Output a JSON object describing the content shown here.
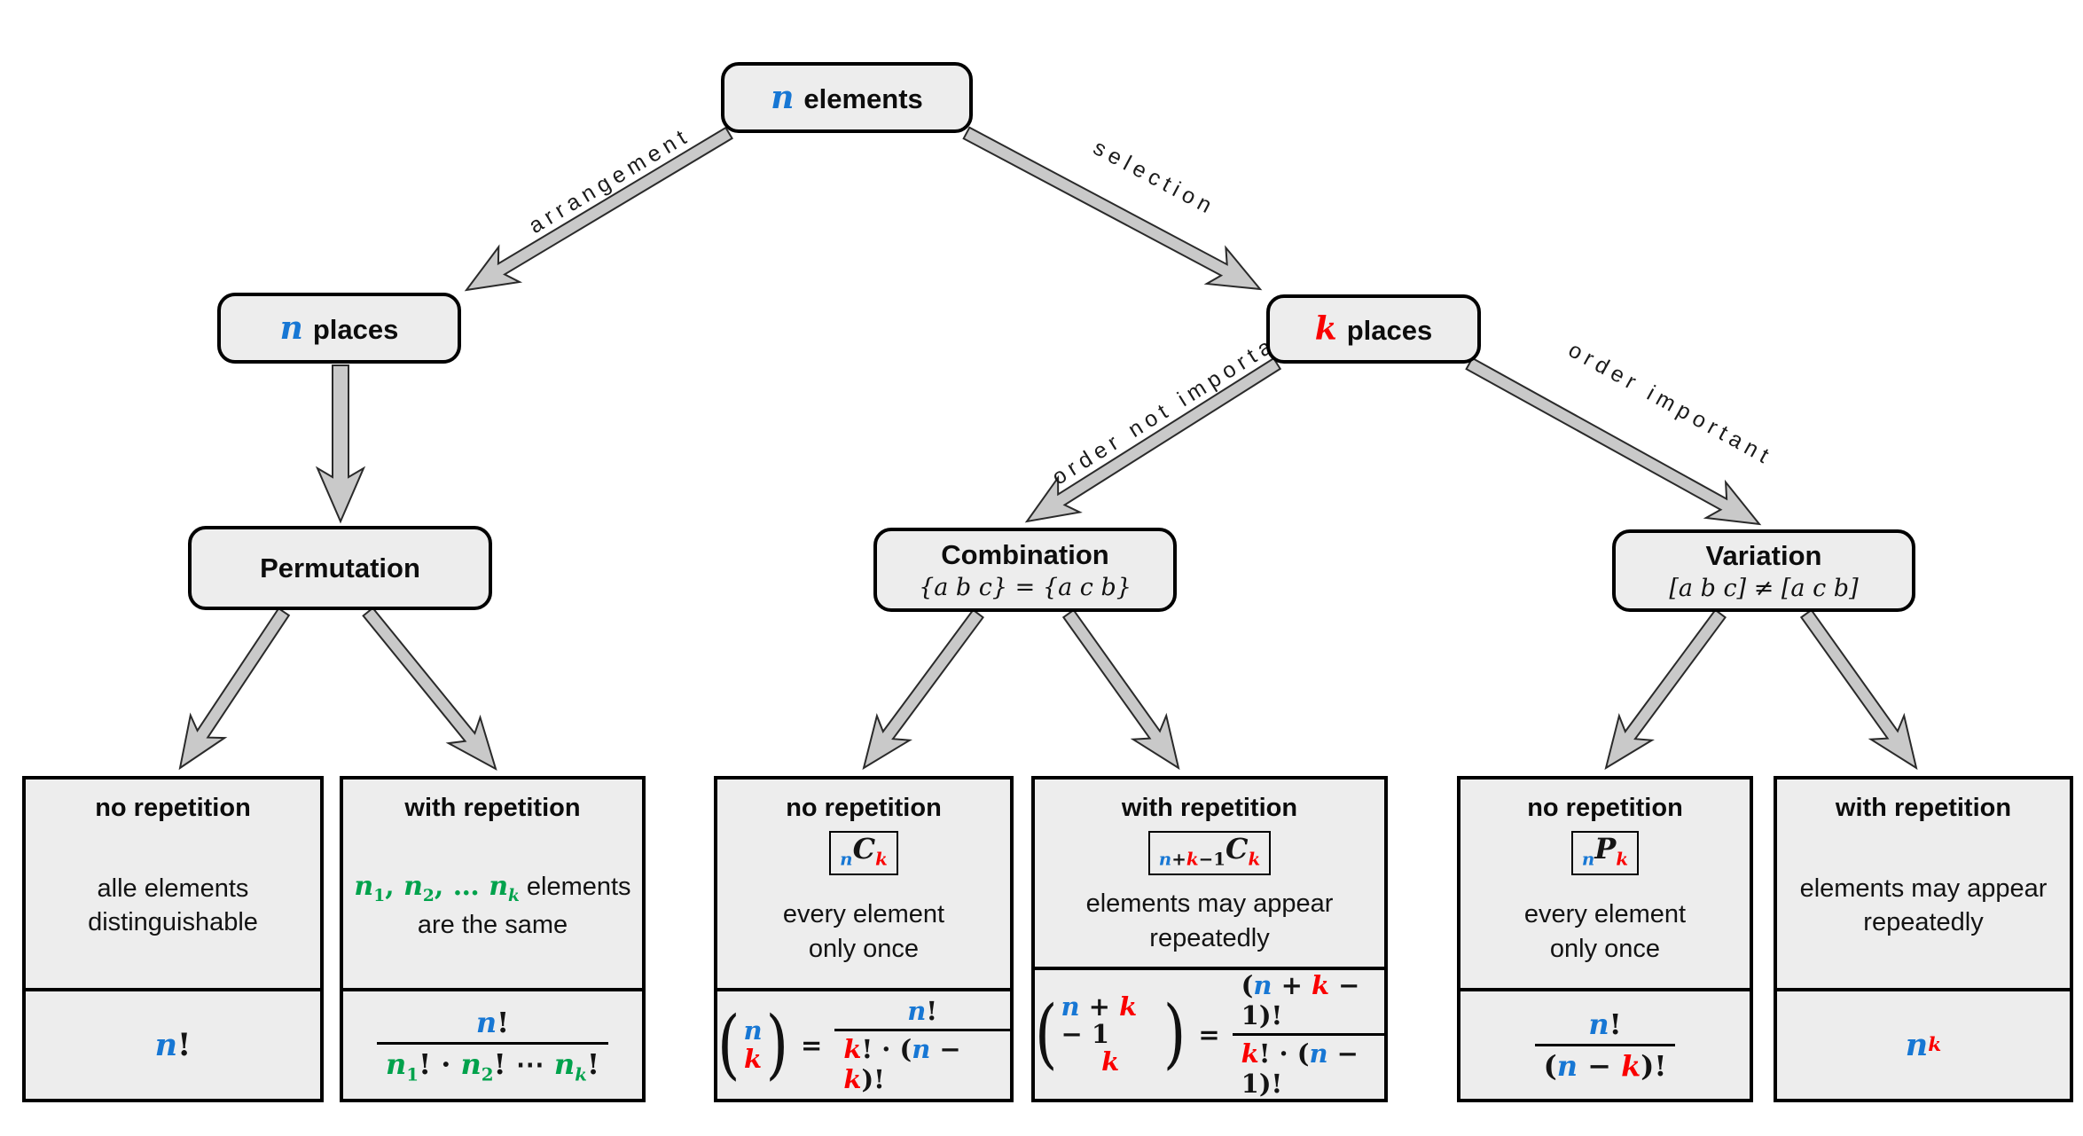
{
  "palette": {
    "blue_n": "#1777d4",
    "red_k": "#fa0000",
    "green_n_sub": "#00a24c",
    "box_fill": "#ededed",
    "arrow_fill": "#c9c9c9",
    "border": "#000000"
  },
  "tree": {
    "root": {
      "var": "n",
      "label": "elements"
    },
    "branches": {
      "arrangement": {
        "label": "arrangement"
      },
      "selection": {
        "label": "selection"
      },
      "order_not_important": {
        "label": "order not important"
      },
      "order_important": {
        "label": "order important"
      }
    },
    "level2": {
      "n_places": {
        "var": "n",
        "label": "places"
      },
      "k_places": {
        "var": "k",
        "label": "places"
      }
    },
    "level3": {
      "permutation": {
        "title": "Permutation"
      },
      "combination": {
        "title": "Combination",
        "subtitle": "{a b c} = {a c b}"
      },
      "variation": {
        "title": "Variation",
        "subtitle": "[a b c] ≠ [a c b]"
      }
    }
  },
  "leaves": [
    {
      "id": "permutation-no-repetition",
      "heading": "no repetition",
      "body": [
        "alle elements",
        "distinguishable"
      ],
      "formula": {
        "type": "plain",
        "tokens": [
          {
            "t": "n",
            "c": "b"
          },
          {
            "t": "!",
            "c": "k",
            "up": true
          }
        ]
      }
    },
    {
      "id": "permutation-with-repetition",
      "heading": "with repetition",
      "body_math": [
        {
          "t": "n",
          "c": "g"
        },
        {
          "t": "1",
          "c": "g",
          "sub": true,
          "up": true
        },
        {
          "t": ", ",
          "c": "g",
          "up": true
        },
        {
          "t": "n",
          "c": "g"
        },
        {
          "t": "2",
          "c": "g",
          "sub": true,
          "up": true
        },
        {
          "t": ", … ",
          "c": "g",
          "up": true
        },
        {
          "t": "n",
          "c": "g"
        },
        {
          "t": "k",
          "c": "g",
          "sub": true
        }
      ],
      "body_text": "elements",
      "body_line2": "are the same",
      "formula": {
        "type": "frac",
        "num": [
          {
            "t": "n",
            "c": "b"
          },
          {
            "t": "!",
            "c": "k",
            "up": true
          }
        ],
        "den": [
          {
            "t": "n",
            "c": "g"
          },
          {
            "t": "1",
            "c": "g",
            "sub": true,
            "up": true
          },
          {
            "t": "! · ",
            "c": "k",
            "up": true
          },
          {
            "t": "n",
            "c": "g"
          },
          {
            "t": "2",
            "c": "g",
            "sub": true,
            "up": true
          },
          {
            "t": "! ⋯ ",
            "c": "k",
            "up": true
          },
          {
            "t": "n",
            "c": "g"
          },
          {
            "t": "k",
            "c": "g",
            "sub": true
          },
          {
            "t": "!",
            "c": "k",
            "up": true
          }
        ]
      }
    },
    {
      "id": "combination-no-repetition",
      "heading": "no repetition",
      "badge": [
        {
          "t": "n",
          "c": "b",
          "sub": true
        },
        {
          "t": "C",
          "c": "k"
        },
        {
          "t": "k",
          "c": "r",
          "sub": true
        }
      ],
      "body": [
        "every element",
        "only once"
      ],
      "formula": {
        "type": "binom",
        "top": [
          {
            "t": "n",
            "c": "b"
          }
        ],
        "bottom": [
          {
            "t": "k",
            "c": "r"
          }
        ],
        "num": [
          {
            "t": "n",
            "c": "b"
          },
          {
            "t": "!",
            "c": "k",
            "up": true
          }
        ],
        "den": [
          {
            "t": "k",
            "c": "r"
          },
          {
            "t": "! · (",
            "c": "k",
            "up": true
          },
          {
            "t": "n",
            "c": "b"
          },
          {
            "t": " − ",
            "c": "k",
            "up": true
          },
          {
            "t": "k",
            "c": "r"
          },
          {
            "t": ")!",
            "c": "k",
            "up": true
          }
        ]
      }
    },
    {
      "id": "combination-with-repetition",
      "heading": "with repetition",
      "badge": [
        {
          "t": "n",
          "c": "b",
          "sub": true
        },
        {
          "t": "+",
          "c": "k",
          "sub": true,
          "up": true
        },
        {
          "t": "k",
          "c": "r",
          "sub": true
        },
        {
          "t": "−1",
          "c": "k",
          "sub": true,
          "up": true
        },
        {
          "t": "C",
          "c": "k"
        },
        {
          "t": "k",
          "c": "r",
          "sub": true
        }
      ],
      "body": [
        "elements may appear",
        "repeatedly"
      ],
      "formula": {
        "type": "binom",
        "top": [
          {
            "t": "n",
            "c": "b"
          },
          {
            "t": " + ",
            "c": "k",
            "up": true
          },
          {
            "t": "k",
            "c": "r"
          },
          {
            "t": " − 1",
            "c": "k",
            "up": true
          }
        ],
        "bottom": [
          {
            "t": "k",
            "c": "r"
          }
        ],
        "num": [
          {
            "t": "(",
            "c": "k",
            "up": true
          },
          {
            "t": "n",
            "c": "b"
          },
          {
            "t": " + ",
            "c": "k",
            "up": true
          },
          {
            "t": "k",
            "c": "r"
          },
          {
            "t": " − 1",
            "c": "k",
            "up": true
          },
          {
            "t": ")!",
            "c": "k",
            "up": true
          }
        ],
        "den": [
          {
            "t": "k",
            "c": "r"
          },
          {
            "t": "! · (",
            "c": "k",
            "up": true
          },
          {
            "t": "n",
            "c": "b"
          },
          {
            "t": " − 1",
            "c": "k",
            "up": true
          },
          {
            "t": ")!",
            "c": "k",
            "up": true
          }
        ]
      }
    },
    {
      "id": "variation-no-repetition",
      "heading": "no repetition",
      "badge": [
        {
          "t": "n",
          "c": "b",
          "sub": true
        },
        {
          "t": "P",
          "c": "k"
        },
        {
          "t": "k",
          "c": "r",
          "sub": true
        }
      ],
      "body": [
        "every element",
        "only once"
      ],
      "formula": {
        "type": "frac",
        "num": [
          {
            "t": "n",
            "c": "b"
          },
          {
            "t": "!",
            "c": "k",
            "up": true
          }
        ],
        "den": [
          {
            "t": "(",
            "c": "k",
            "up": true
          },
          {
            "t": "n",
            "c": "b"
          },
          {
            "t": " − ",
            "c": "k",
            "up": true
          },
          {
            "t": "k",
            "c": "r"
          },
          {
            "t": ")!",
            "c": "k",
            "up": true
          }
        ]
      }
    },
    {
      "id": "variation-with-repetition",
      "heading": "with repetition",
      "body": [
        "elements may appear",
        "repeatedly"
      ],
      "formula": {
        "type": "plain",
        "tokens": [
          {
            "t": "n",
            "c": "b"
          },
          {
            "t": "k",
            "c": "r",
            "sup": true
          }
        ]
      }
    }
  ]
}
